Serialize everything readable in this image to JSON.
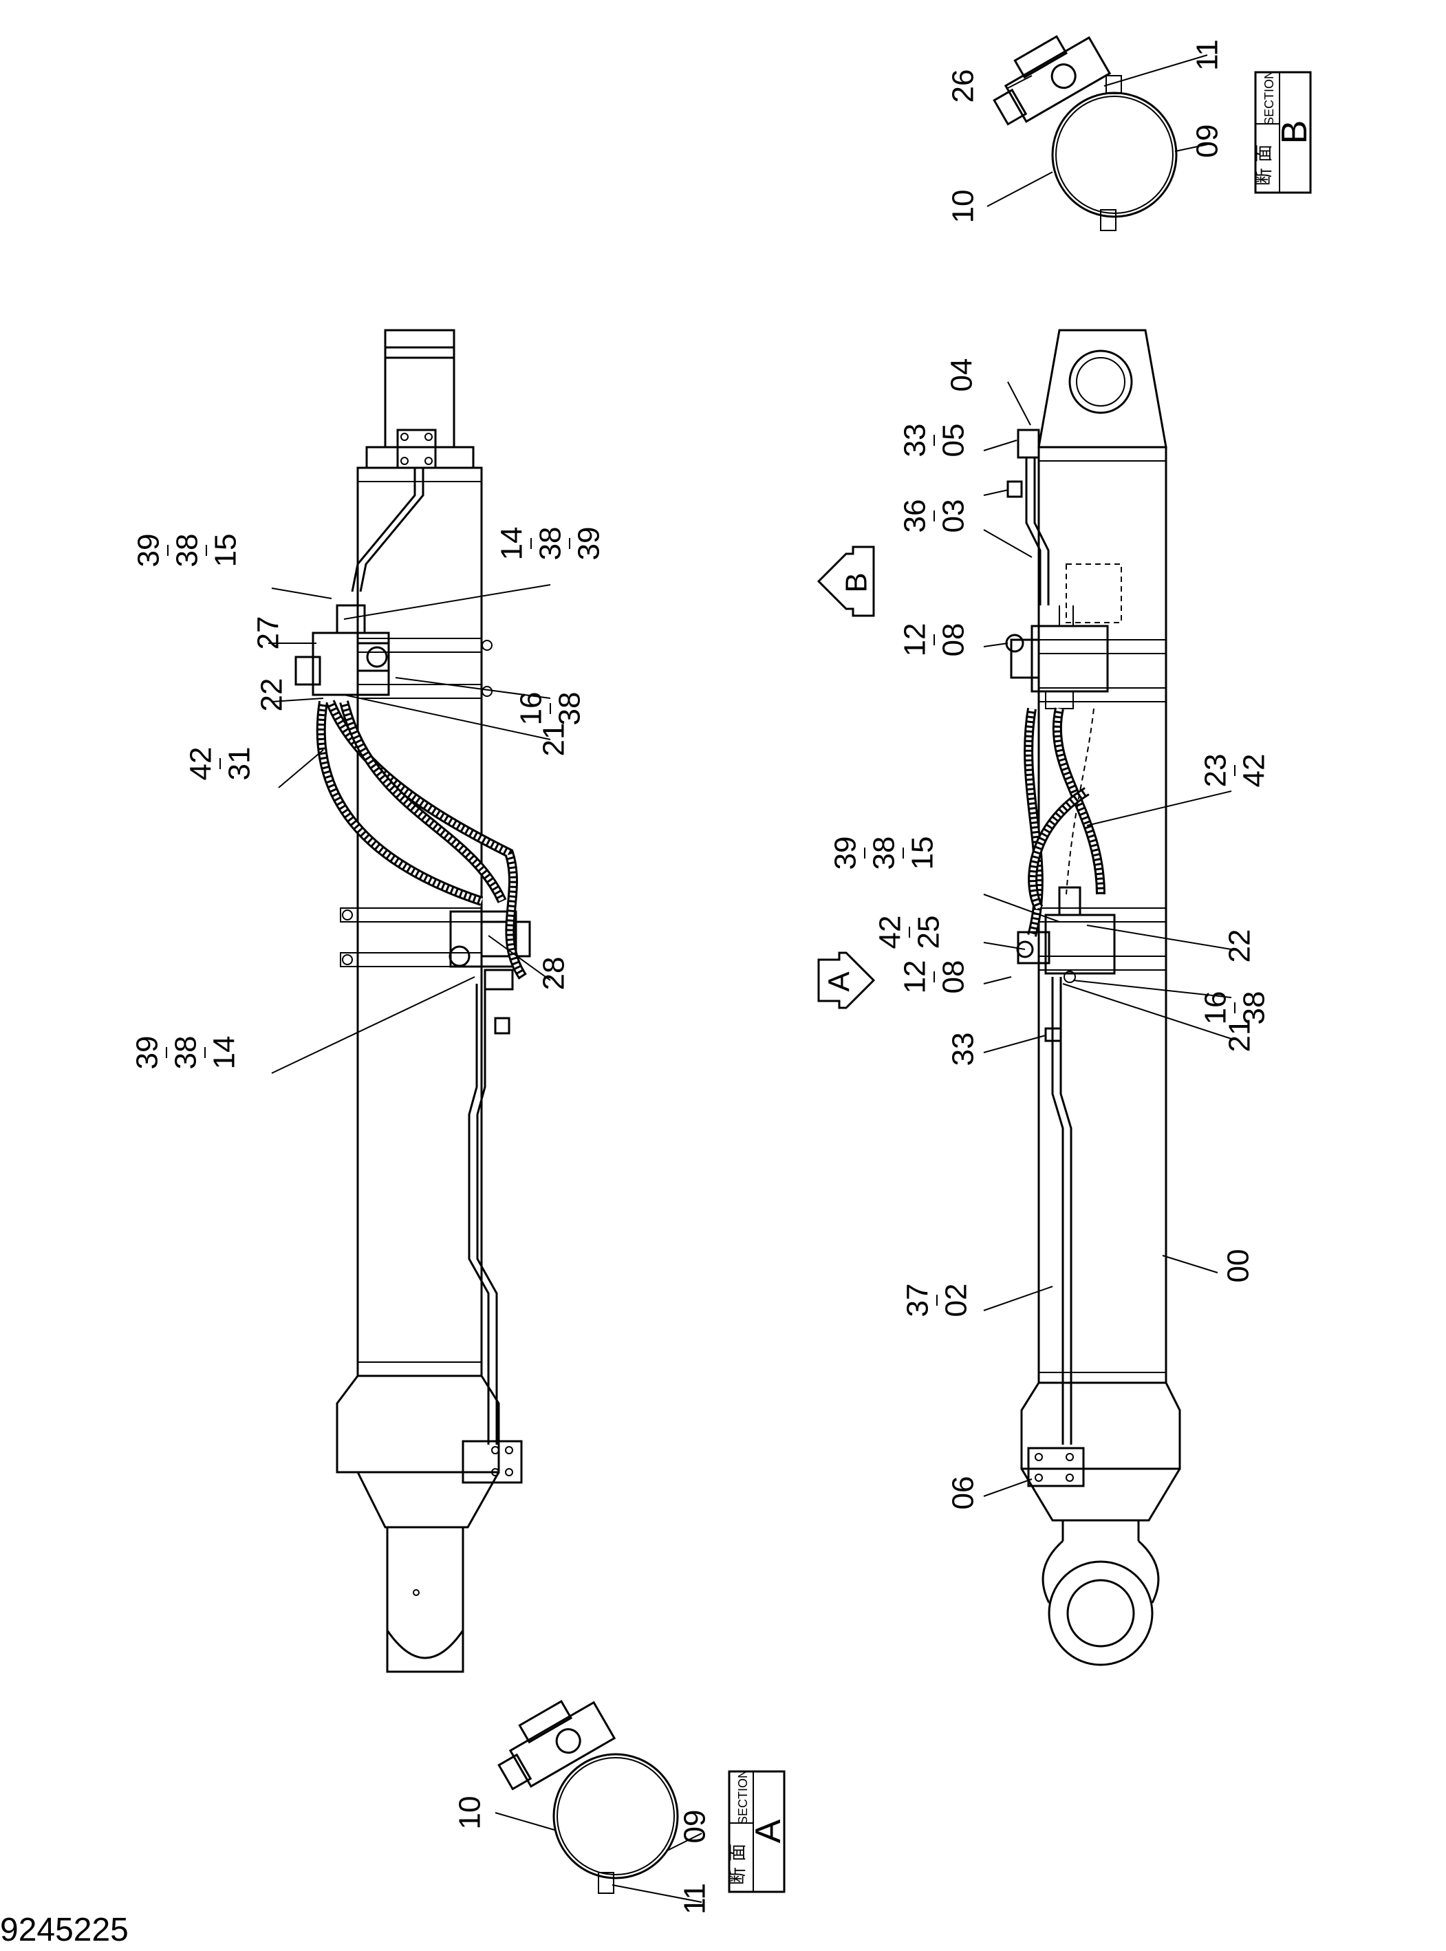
{
  "drawing_number": "9245225",
  "views": {
    "top": {
      "labels": [
        {
          "id": "t1",
          "lines": [
            "39",
            "38",
            "15"
          ]
        },
        {
          "id": "t2",
          "lines": [
            "27"
          ]
        },
        {
          "id": "t3",
          "lines": [
            "22"
          ]
        },
        {
          "id": "t4",
          "lines": [
            "42",
            "31"
          ]
        },
        {
          "id": "t5",
          "lines": [
            "14",
            "38",
            "39"
          ]
        },
        {
          "id": "t6",
          "lines": [
            "16",
            "38"
          ]
        },
        {
          "id": "t7",
          "lines": [
            "21"
          ]
        },
        {
          "id": "t8",
          "lines": [
            "28"
          ]
        },
        {
          "id": "t9",
          "lines": [
            "39",
            "38",
            "14"
          ]
        }
      ]
    },
    "bottom": {
      "labels": [
        {
          "id": "b1",
          "lines": [
            "04"
          ]
        },
        {
          "id": "b2",
          "lines": [
            "33",
            "05"
          ]
        },
        {
          "id": "b3",
          "lines": [
            "36",
            "03"
          ]
        },
        {
          "id": "b4",
          "lines": [
            "12",
            "08"
          ]
        },
        {
          "id": "b5",
          "lines": [
            "23",
            "42"
          ]
        },
        {
          "id": "b6",
          "lines": [
            "39",
            "38",
            "15"
          ]
        },
        {
          "id": "b7",
          "lines": [
            "42",
            "25"
          ]
        },
        {
          "id": "b8",
          "lines": [
            "12",
            "08"
          ]
        },
        {
          "id": "b9",
          "lines": [
            "22"
          ]
        },
        {
          "id": "b10",
          "lines": [
            "16",
            "38"
          ]
        },
        {
          "id": "b11",
          "lines": [
            "21"
          ]
        },
        {
          "id": "b12",
          "lines": [
            "33"
          ]
        },
        {
          "id": "b13",
          "lines": [
            "37",
            "02"
          ]
        },
        {
          "id": "b14",
          "lines": [
            "00"
          ]
        },
        {
          "id": "b15",
          "lines": [
            "06"
          ]
        }
      ]
    },
    "section_b": {
      "labels": [
        {
          "id": "sb1",
          "lines": [
            "26"
          ]
        },
        {
          "id": "sb2",
          "lines": [
            "11"
          ]
        },
        {
          "id": "sb3",
          "lines": [
            "09"
          ]
        },
        {
          "id": "sb4",
          "lines": [
            "10"
          ]
        }
      ],
      "title_kanji": "断 面",
      "title_en": "SECTION",
      "letter": "B"
    },
    "section_a": {
      "labels": [
        {
          "id": "sa1",
          "lines": [
            "10"
          ]
        },
        {
          "id": "sa2",
          "lines": [
            "09"
          ]
        },
        {
          "id": "sa3",
          "lines": [
            "11"
          ]
        }
      ],
      "title_kanji": "断 面",
      "title_en": "SECTION",
      "letter": "A"
    },
    "view_arrows": [
      {
        "id": "arrowB",
        "letter": "B"
      },
      {
        "id": "arrowA",
        "letter": "A"
      }
    ]
  }
}
